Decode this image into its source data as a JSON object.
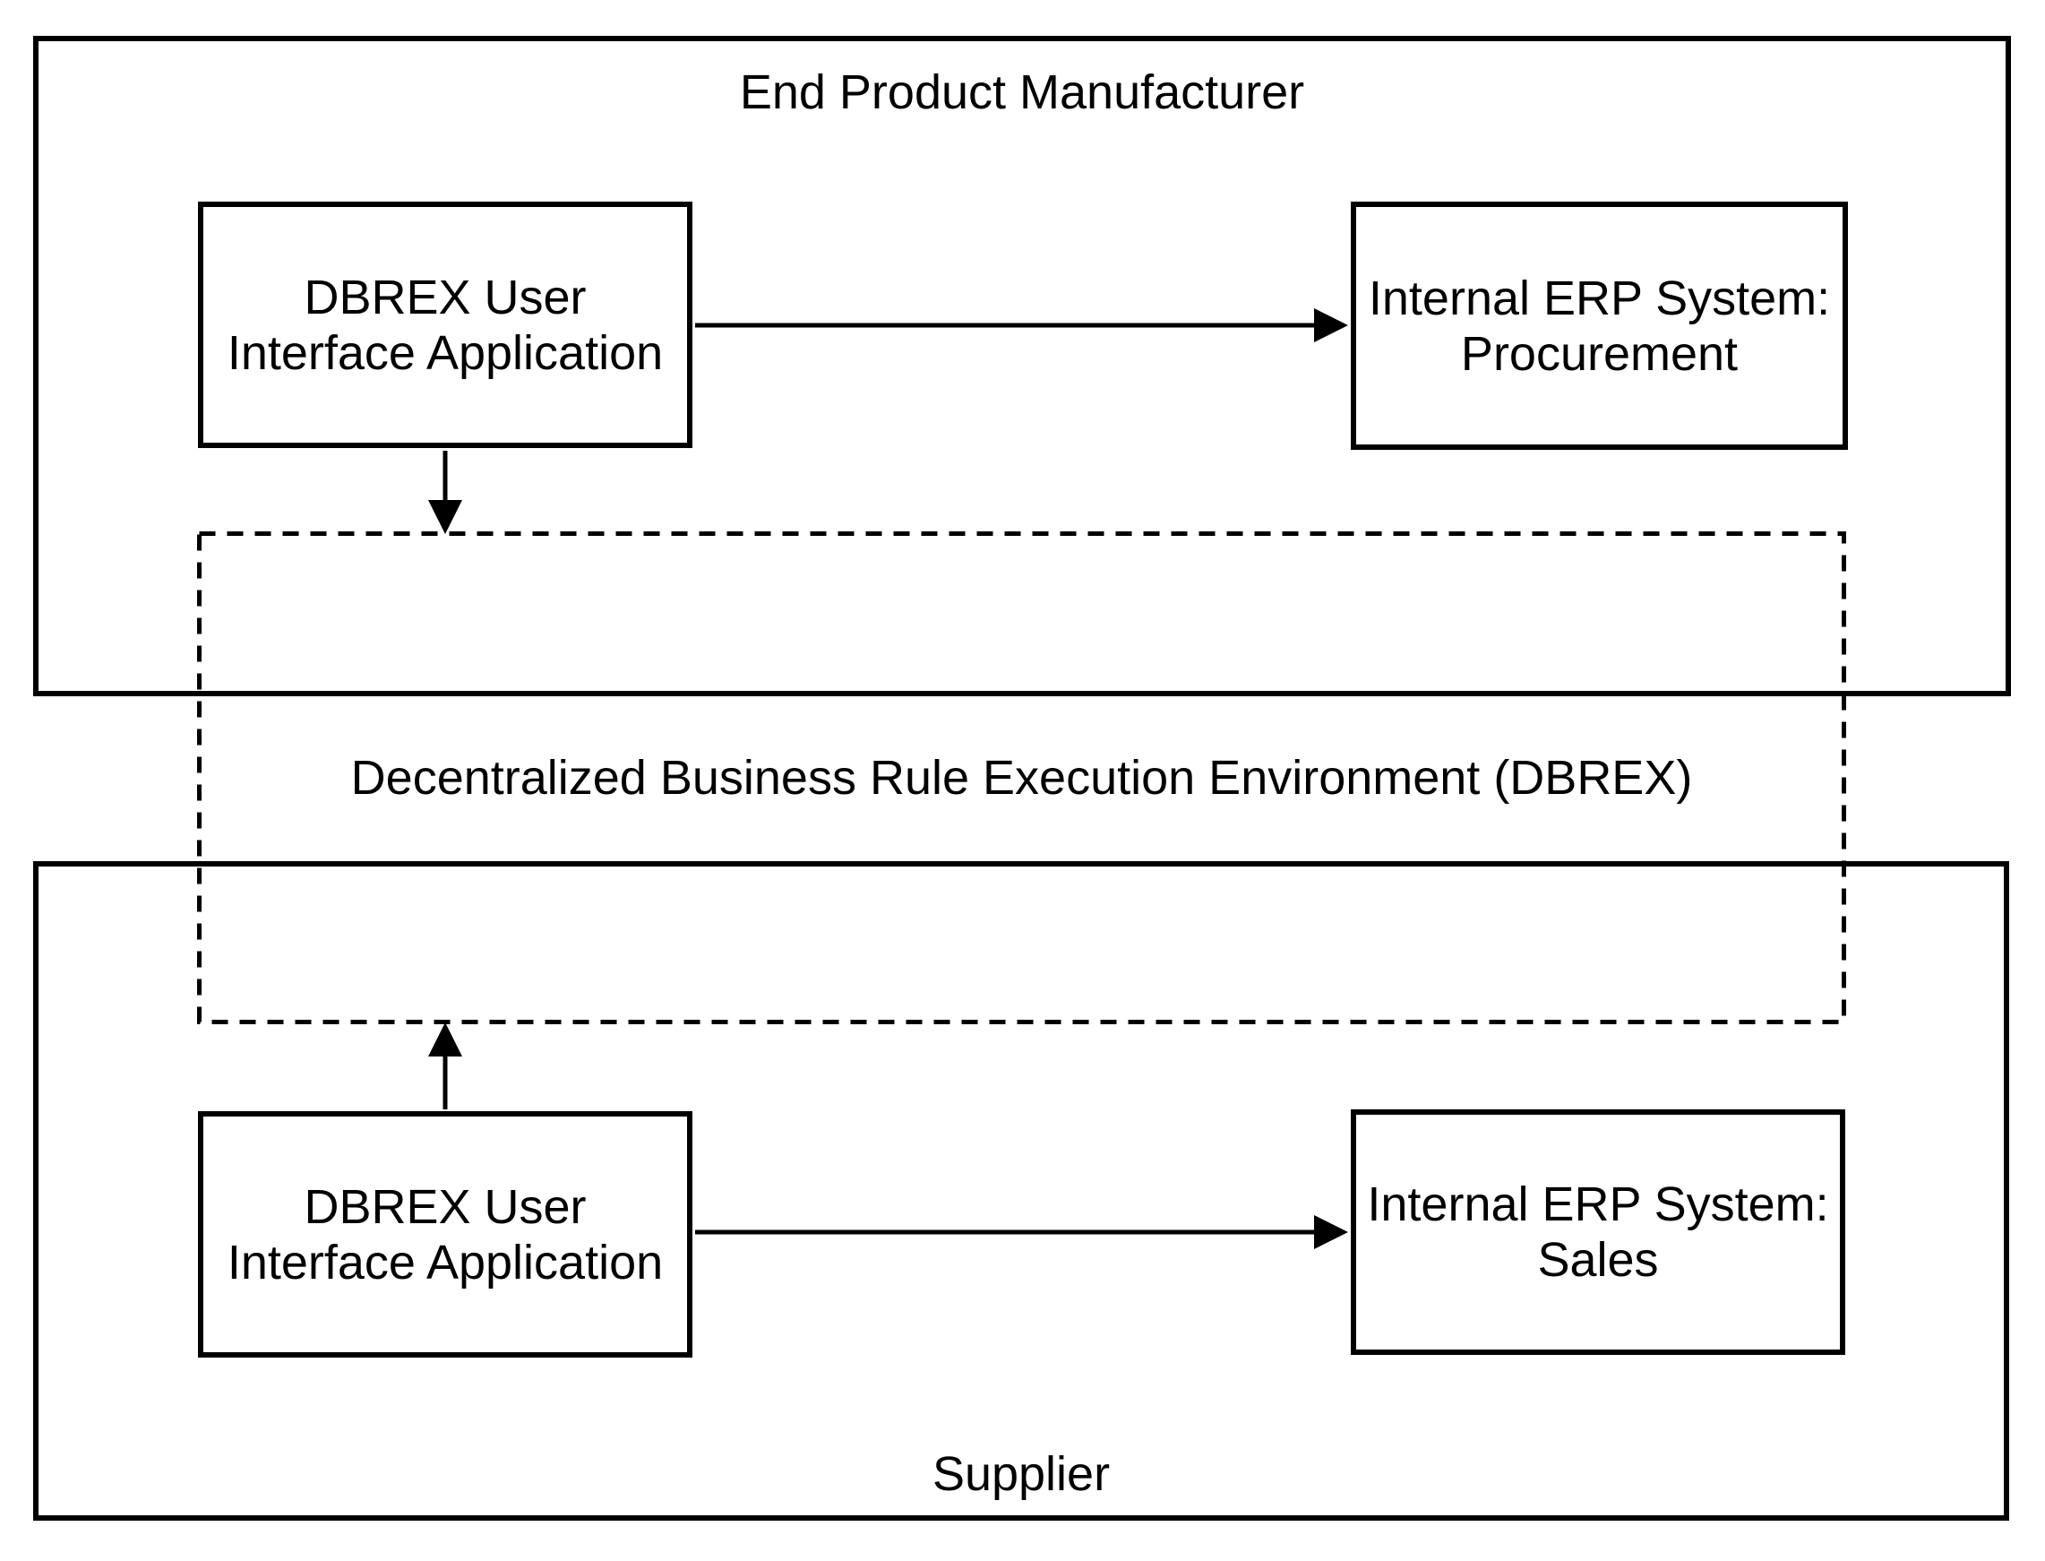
{
  "colors": {
    "stroke": "#000000",
    "background": "#ffffff"
  },
  "manufacturer": {
    "title": "End Product Manufacturer",
    "ui_app": {
      "line1": "DBREX User",
      "line2": "Interface Application"
    },
    "erp": {
      "line1": "Internal ERP System:",
      "line2": "Procurement"
    }
  },
  "dbrex": {
    "title": "Decentralized Business Rule Execution Environment (DBREX)"
  },
  "supplier": {
    "title": "Supplier",
    "ui_app": {
      "line1": "DBREX User",
      "line2": "Interface Application"
    },
    "erp": {
      "line1": "Internal ERP System:",
      "line2": "Sales"
    }
  }
}
